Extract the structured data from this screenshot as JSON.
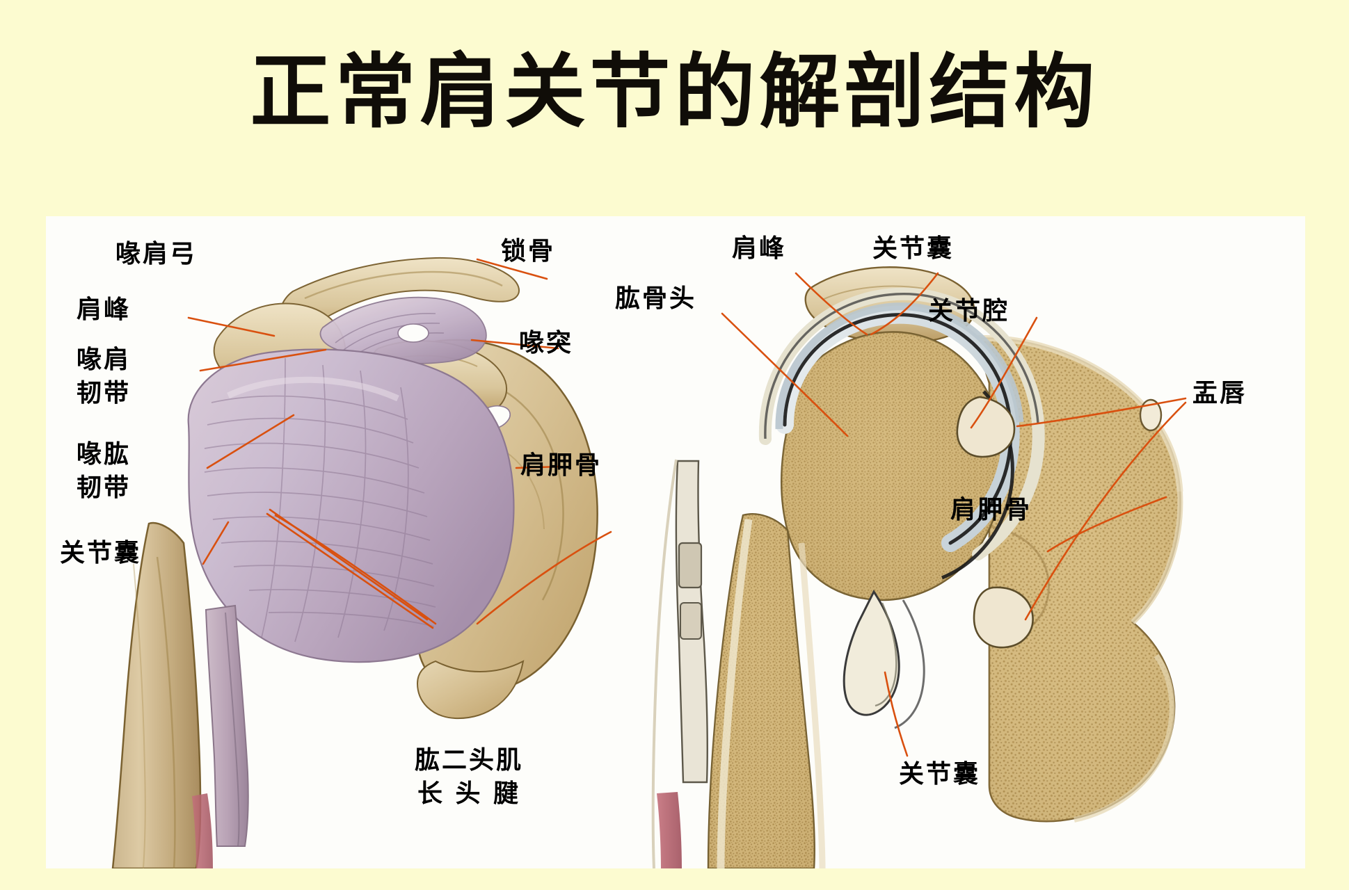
{
  "page": {
    "title": "正常肩关节的解剖结构",
    "background_color": "#fcfbd0",
    "plate_background": "#fdfdfa",
    "leader_line_color": "#d9500f",
    "text_color": "#000000"
  },
  "left_panel": {
    "name": "anterior-view-shoulder",
    "labels": [
      {
        "key": "coracoacromial_arch",
        "text": "喙肩弓"
      },
      {
        "key": "acromion",
        "text": "肩峰"
      },
      {
        "key": "coracoacromial_ligament",
        "text": "喙肩\n韧带"
      },
      {
        "key": "coracohumeral_ligament",
        "text": "喙肱\n韧带"
      },
      {
        "key": "joint_capsule",
        "text": "关节囊"
      },
      {
        "key": "clavicle",
        "text": "锁骨"
      },
      {
        "key": "coracoid_process",
        "text": "喙突"
      },
      {
        "key": "scapula",
        "text": "肩胛骨"
      },
      {
        "key": "biceps_long_head_tendon",
        "text": "肱二头肌\n长 头 腱"
      }
    ]
  },
  "right_panel": {
    "name": "coronal-section-shoulder",
    "labels": [
      {
        "key": "acromion",
        "text": "肩峰"
      },
      {
        "key": "humeral_head",
        "text": "肱骨头"
      },
      {
        "key": "joint_capsule_top",
        "text": "关节囊"
      },
      {
        "key": "joint_cavity",
        "text": "关节腔"
      },
      {
        "key": "glenoid_labrum",
        "text": "盂唇"
      },
      {
        "key": "scapula",
        "text": "肩胛骨"
      },
      {
        "key": "joint_capsule_bottom",
        "text": "关节囊"
      }
    ]
  }
}
